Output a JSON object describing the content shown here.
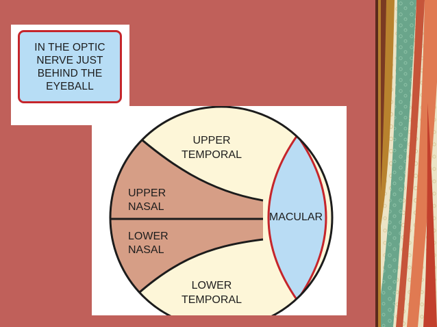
{
  "callout": {
    "lines": [
      "IN THE OPTIC",
      "NERVE JUST",
      "BEHIND THE",
      "EYEBALL"
    ]
  },
  "diagram": {
    "regions": {
      "upper_temporal": [
        "UPPER",
        "TEMPORAL"
      ],
      "upper_nasal": [
        "UPPER",
        "NASAL"
      ],
      "lower_nasal": [
        "LOWER",
        "NASAL"
      ],
      "lower_temporal": [
        "LOWER",
        "TEMPORAL"
      ],
      "macular": "MACULAR"
    }
  },
  "colors": {
    "background": "#c0605a",
    "callout_fill": "#b7ddf5",
    "callout_border": "#c5252b",
    "temporal_fill": "#fdf6d8",
    "nasal_fill": "#d69e86",
    "macular_fill": "#b9dcf4",
    "outline": "#1c1c1c",
    "macular_border": "#c5252b"
  }
}
